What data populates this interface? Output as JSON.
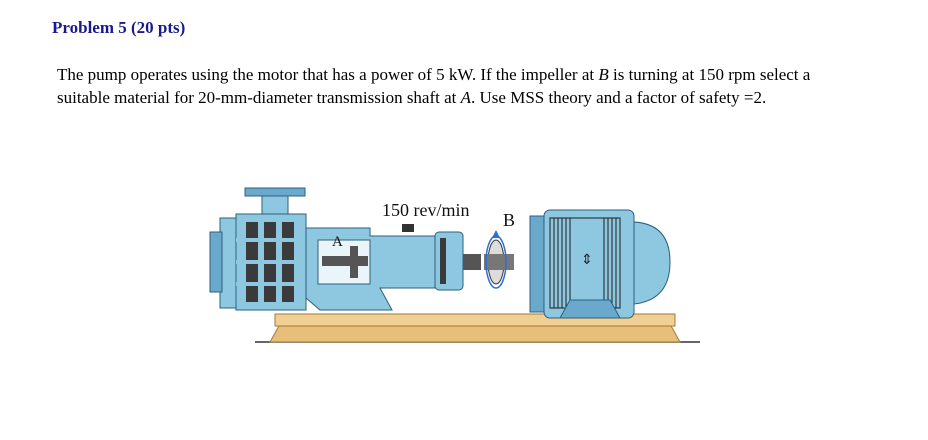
{
  "problem": {
    "title": "Problem 5 (20 pts)",
    "part1": "The pump operates using the motor that has a power of 5 kW. If the impeller at ",
    "var_b": "B",
    "part2": " is turning at 150 rpm select a suitable material for 20-mm-diameter transmission shaft at ",
    "var_a": "A",
    "part3": ". Use MSS theory and a factor of safety =2."
  },
  "figure": {
    "speed_label": "150 rev/min",
    "label_b": "B",
    "label_a": "A",
    "colors": {
      "pump_blue": "#8ec8e0",
      "dark_blue": "#3c7fa6",
      "base_tan": "#e8bf7a",
      "metal_gray": "#555555"
    }
  }
}
